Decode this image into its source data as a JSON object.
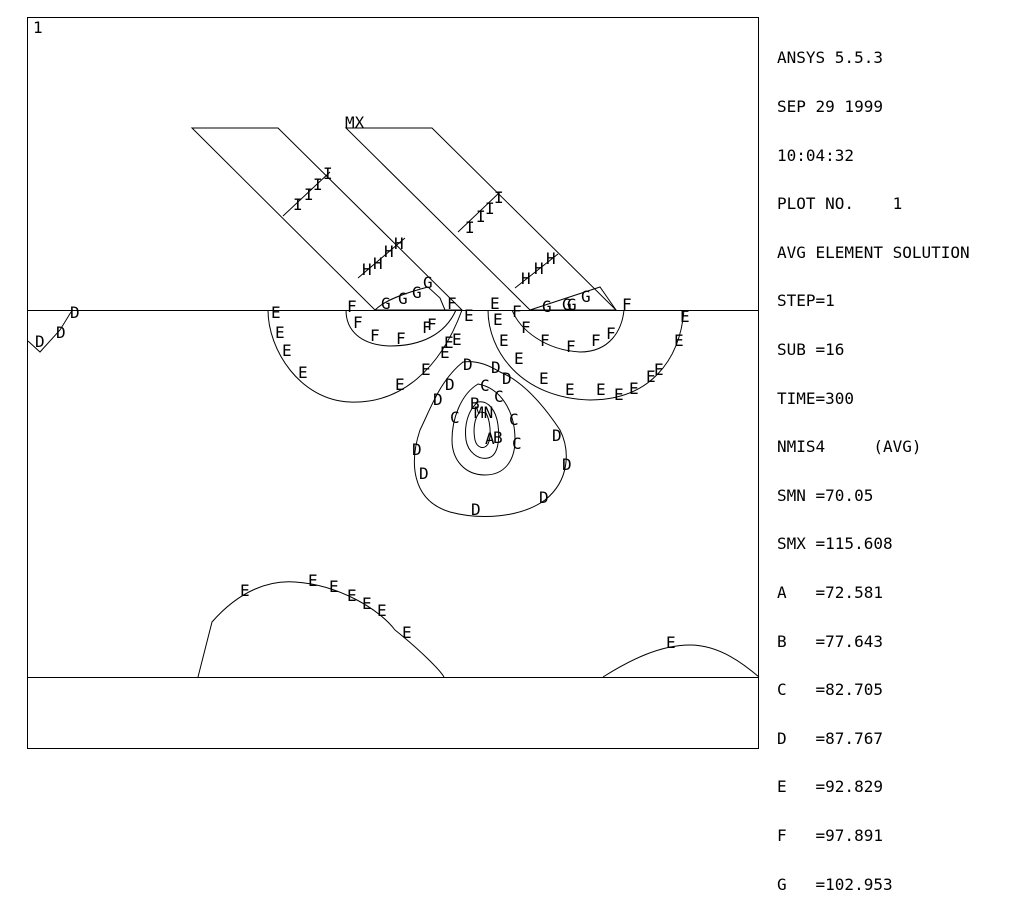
{
  "window": {
    "number": "1",
    "max_marker": "MX",
    "min_marker": "MN"
  },
  "info_panel": [
    "ANSYS 5.5.3",
    "SEP 29 1999",
    "10:04:32",
    "PLOT NO.    1",
    "AVG ELEMENT SOLUTION",
    "STEP=1",
    "SUB =16",
    "TIME=300",
    "NMIS4     (AVG)",
    "SMN =70.05",
    "SMX =115.608",
    "A   =72.581",
    "B   =77.643",
    "C   =82.705",
    "D   =87.767",
    "E   =92.829",
    "F   =97.891",
    "G   =102.953"
  ],
  "contour_labels": [
    {
      "t": "D"
    },
    {
      "t": "D"
    },
    {
      "t": "D"
    },
    {
      "t": "E"
    },
    {
      "t": "E"
    },
    {
      "t": "E"
    },
    {
      "t": "E"
    },
    {
      "t": "F"
    },
    {
      "t": "F"
    },
    {
      "t": "F"
    },
    {
      "t": "F"
    },
    {
      "t": "F"
    },
    {
      "t": "F"
    },
    {
      "t": "F"
    },
    {
      "t": "G"
    },
    {
      "t": "G"
    },
    {
      "t": "G"
    },
    {
      "t": "G"
    },
    {
      "t": "I"
    },
    {
      "t": "I"
    },
    {
      "t": "I"
    },
    {
      "t": "I"
    },
    {
      "t": "H"
    },
    {
      "t": "H"
    },
    {
      "t": "H"
    },
    {
      "t": "H"
    },
    {
      "t": "E"
    },
    {
      "t": "E"
    },
    {
      "t": "E"
    },
    {
      "t": "E"
    },
    {
      "t": "E"
    },
    {
      "t": "D"
    },
    {
      "t": "D"
    },
    {
      "t": "D"
    },
    {
      "t": "D"
    },
    {
      "t": "D"
    },
    {
      "t": "C"
    },
    {
      "t": "C"
    },
    {
      "t": "C"
    },
    {
      "t": "C"
    },
    {
      "t": "C"
    },
    {
      "t": "B"
    },
    {
      "t": "B"
    },
    {
      "t": "A"
    },
    {
      "t": "D"
    },
    {
      "t": "D"
    },
    {
      "t": "D"
    },
    {
      "t": "D"
    },
    {
      "t": "D"
    },
    {
      "t": "D"
    },
    {
      "t": "I"
    },
    {
      "t": "I"
    },
    {
      "t": "I"
    },
    {
      "t": "I"
    },
    {
      "t": "H"
    },
    {
      "t": "H"
    },
    {
      "t": "H"
    },
    {
      "t": "E"
    },
    {
      "t": "E"
    },
    {
      "t": "E"
    },
    {
      "t": "E"
    },
    {
      "t": "F"
    },
    {
      "t": "F"
    },
    {
      "t": "F"
    },
    {
      "t": "F"
    },
    {
      "t": "F"
    },
    {
      "t": "F"
    },
    {
      "t": "F"
    },
    {
      "t": "G"
    },
    {
      "t": "G"
    },
    {
      "t": "G"
    },
    {
      "t": "G"
    },
    {
      "t": "E"
    },
    {
      "t": "E"
    },
    {
      "t": "E"
    },
    {
      "t": "E"
    },
    {
      "t": "E"
    },
    {
      "t": "E"
    },
    {
      "t": "E"
    },
    {
      "t": "E"
    },
    {
      "t": "E"
    },
    {
      "t": "E"
    },
    {
      "t": "E"
    },
    {
      "t": "E"
    },
    {
      "t": "E"
    },
    {
      "t": "E"
    },
    {
      "t": "E"
    },
    {
      "t": "E"
    },
    {
      "t": "E"
    },
    {
      "t": "E"
    }
  ]
}
